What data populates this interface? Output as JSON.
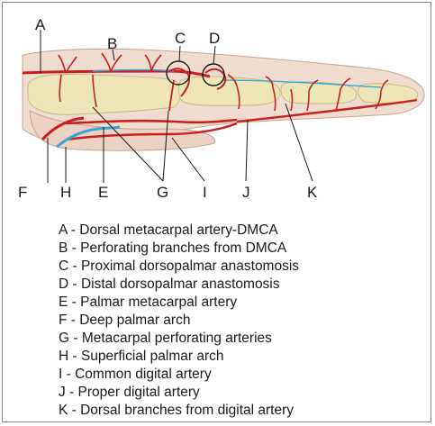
{
  "labels": {
    "A": "A",
    "B": "B",
    "C": "C",
    "D": "D",
    "E": "E",
    "F": "F",
    "G": "G",
    "H": "H",
    "I": "I",
    "J": "J",
    "K": "K"
  },
  "legend": [
    {
      "text": "A - Dorsal metacarpal artery-DMCA"
    },
    {
      "text": "B - Perforating branches from DMCA"
    },
    {
      "text": "C - Proximal dorsopalmar anastomosis"
    },
    {
      "text": "D - Distal dorsopalmar anastomosis"
    },
    {
      "text": "E - Palmar metacarpal artery"
    },
    {
      "text": "F - Deep palmar arch"
    },
    {
      "text": "G - Metacarpal perforating arteries"
    },
    {
      "text": "H - Superficial palmar arch"
    },
    {
      "text": "I -  Common digital artery"
    },
    {
      "text": "J - Proper digital artery"
    },
    {
      "text": "K - Dorsal branches from digital artery"
    }
  ],
  "colors": {
    "artery": "#c8201e",
    "superficial_arch": "#3aa6d8",
    "skin": "#f1ddd0",
    "bone": "#efe6b8",
    "outline": "#1a1a1a"
  }
}
